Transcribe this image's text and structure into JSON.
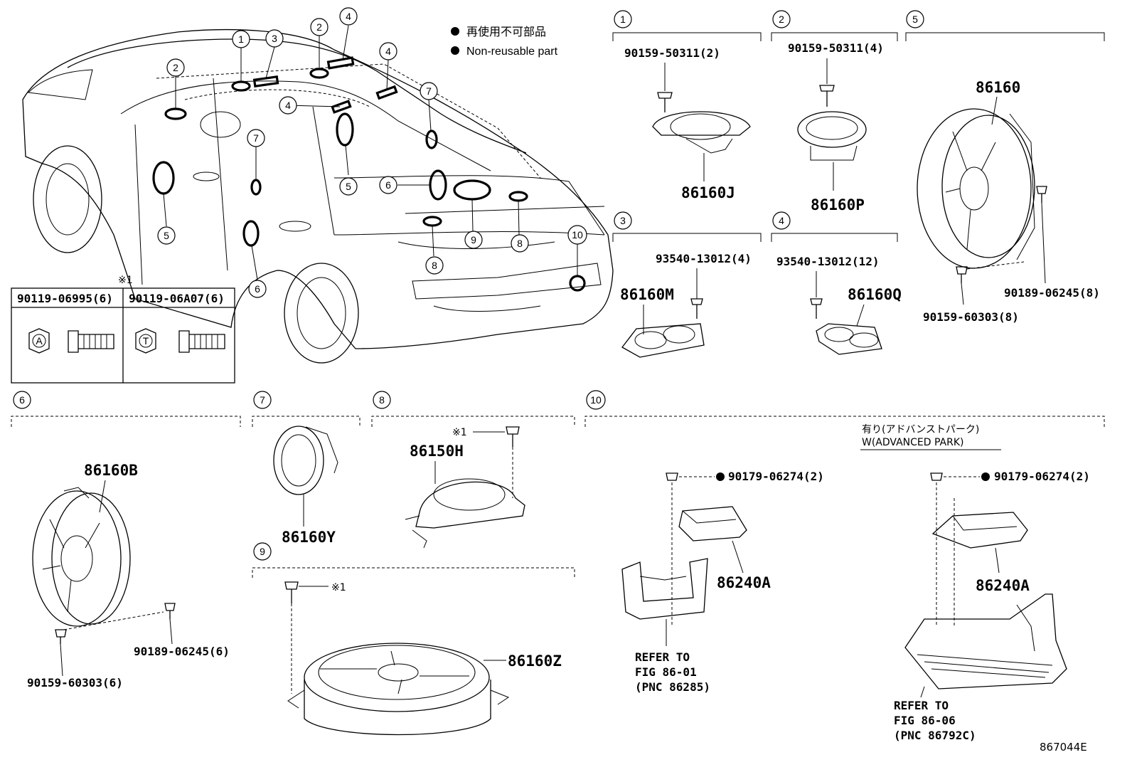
{
  "legend": {
    "non_reusable_jp": "再使用不可部品",
    "non_reusable_en": "Non-reusable part",
    "dot_color": "#000000"
  },
  "callout_numbers": [
    "1",
    "2",
    "3",
    "4",
    "5",
    "6",
    "7",
    "8",
    "9",
    "10"
  ],
  "bolt_table": {
    "note": "※1",
    "col_a_part": "90119-06995(6)",
    "col_b_part": "90119-06A07(6)",
    "col_a_mark": "A",
    "col_b_mark": "T"
  },
  "sections": {
    "s1": {
      "number": "1",
      "screw": "90159-50311(2)",
      "part": "86160J"
    },
    "s2": {
      "number": "2",
      "screw": "90159-50311(4)",
      "part": "86160P"
    },
    "s3": {
      "number": "3",
      "screw": "93540-13012(4)",
      "part": "86160M"
    },
    "s4": {
      "number": "4",
      "screw": "93540-13012(12)",
      "part": "86160Q"
    },
    "s5": {
      "number": "5",
      "part": "86160",
      "clip": "90189-06245(8)",
      "screw": "90159-60303(8)"
    },
    "s6": {
      "number": "6",
      "part": "86160B",
      "clip": "90189-06245(6)",
      "screw": "90159-60303(6)"
    },
    "s7": {
      "number": "7",
      "part": "86160Y"
    },
    "s8": {
      "number": "8",
      "note": "※1",
      "part": "86150H"
    },
    "s9": {
      "number": "9",
      "note": "※1",
      "part": "86160Z"
    },
    "s10": {
      "number": "10",
      "variant_jp": "有り(アドバンストパーク)",
      "variant_en": "W(ADVANCED PARK)",
      "left": {
        "nut": "90179-06274(2)",
        "part": "86240A",
        "refer_1": "REFER TO",
        "refer_2": "FIG 86-01",
        "refer_3": "(PNC 86285)"
      },
      "right": {
        "nut": "90179-06274(2)",
        "part": "86240A",
        "refer_1": "REFER TO",
        "refer_2": "FIG 86-06",
        "refer_3": "(PNC 86792C)"
      }
    }
  },
  "figure_id": "867044E"
}
